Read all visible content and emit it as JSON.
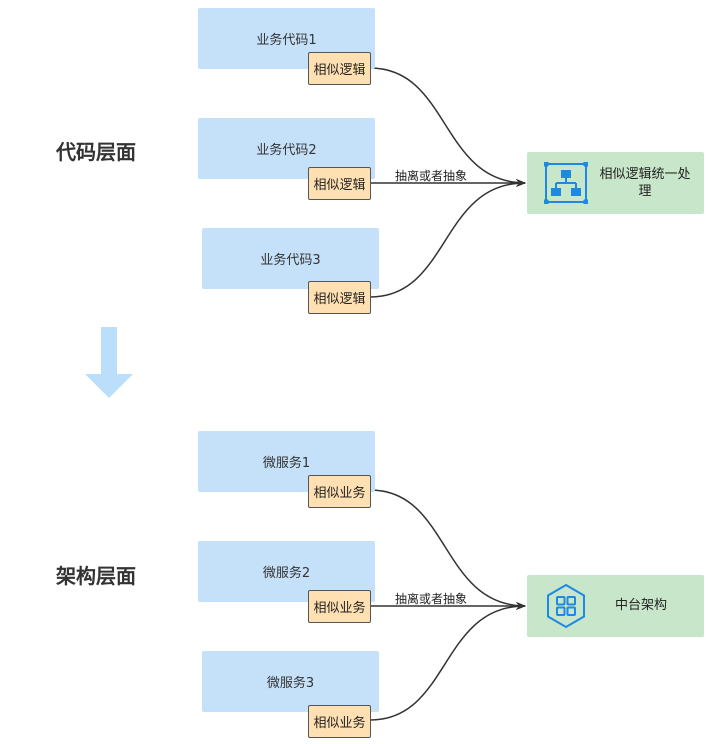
{
  "code_level": {
    "title": "代码层面",
    "items": [
      "业务代码1",
      "业务代码2",
      "业务代码3"
    ],
    "tag": "相似逻辑",
    "edge_label": "抽离或者抽象",
    "target_label": "相似逻辑统一处理",
    "target_icon": "hierarchy-icon"
  },
  "arch_level": {
    "title": "架构层面",
    "items": [
      "微服务1",
      "微服务2",
      "微服务3"
    ],
    "tag": "相似业务",
    "edge_label": "抽离或者抽象",
    "target_label": "中台架构",
    "target_icon": "hex-grid-icon"
  },
  "colors": {
    "item_fill": "#c5e1fa",
    "tag_fill": "#ffe0b2",
    "target_fill": "#c8e6c9",
    "arrow_fill": "#bbdefb",
    "icon_blue": "#1e88e5"
  }
}
